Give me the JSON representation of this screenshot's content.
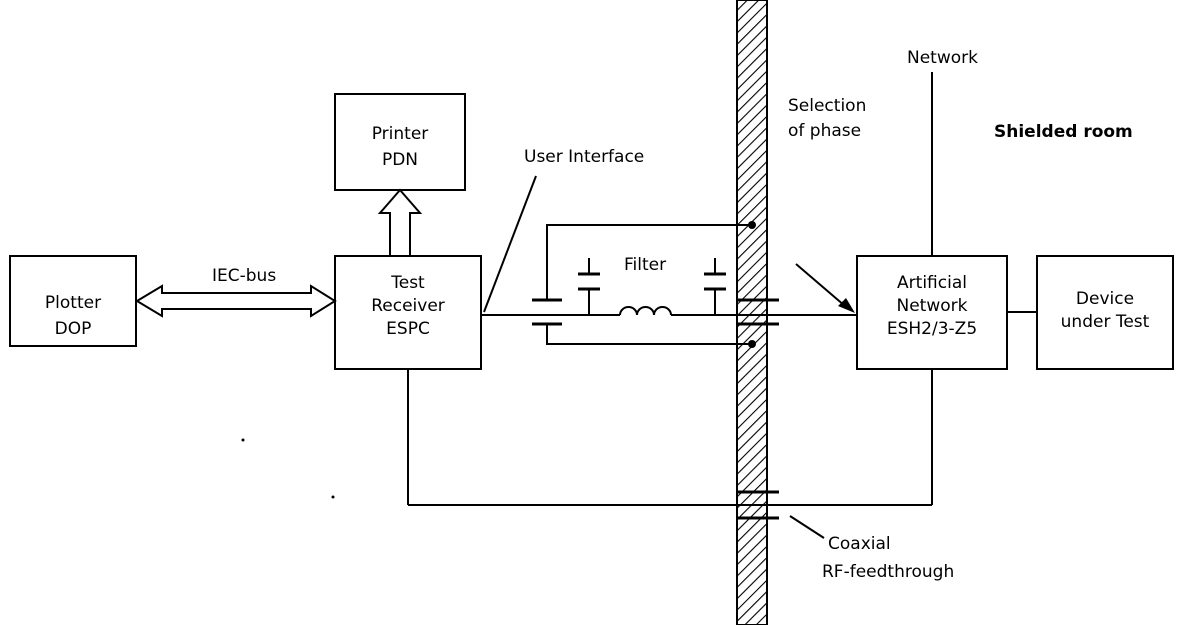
{
  "colors": {
    "ink": "#000000",
    "background": "#ffffff"
  },
  "blocks": {
    "plotter": {
      "line1": "Plotter",
      "line2": "DOP"
    },
    "printer": {
      "line1": "Printer",
      "line2": "PDN"
    },
    "receiver": {
      "line1": "Test",
      "line2": "Receiver",
      "line3": "ESPC"
    },
    "network": {
      "line1": "Artificial",
      "line2": "Network",
      "line3": "ESH2/3-Z5"
    },
    "dut": {
      "line1": "Device",
      "line2": "under Test"
    }
  },
  "labels": {
    "iec_bus": "IEC-bus",
    "user_interface": "User Interface",
    "filter": "Filter",
    "selection_line1": "Selection",
    "selection_line2": "of phase",
    "network_top": "Network",
    "shielded_room": "Shielded room",
    "coaxial_line1": "Coaxial",
    "coaxial_line2": "RF-feedthrough"
  }
}
